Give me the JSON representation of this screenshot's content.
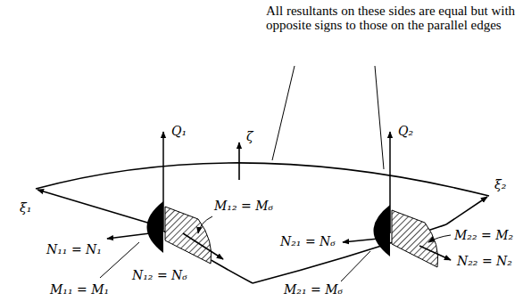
{
  "diagram": {
    "labels": [
      "All resultants on these sides are equal but with opposite signs to those on the parallel edges",
      "ζ",
      "Q₁",
      "M₁₂ = M₆",
      "Q₂",
      "M₂₂ = M₂",
      "ξ₁",
      "ξ₂",
      "N₁₁ = N₁",
      "N₁₂ = N₆",
      "N₂₁ = N₆",
      "N₂₂ = N₂",
      "M₂₁ = M₆",
      "M₁₁ = M₁"
    ]
  }
}
